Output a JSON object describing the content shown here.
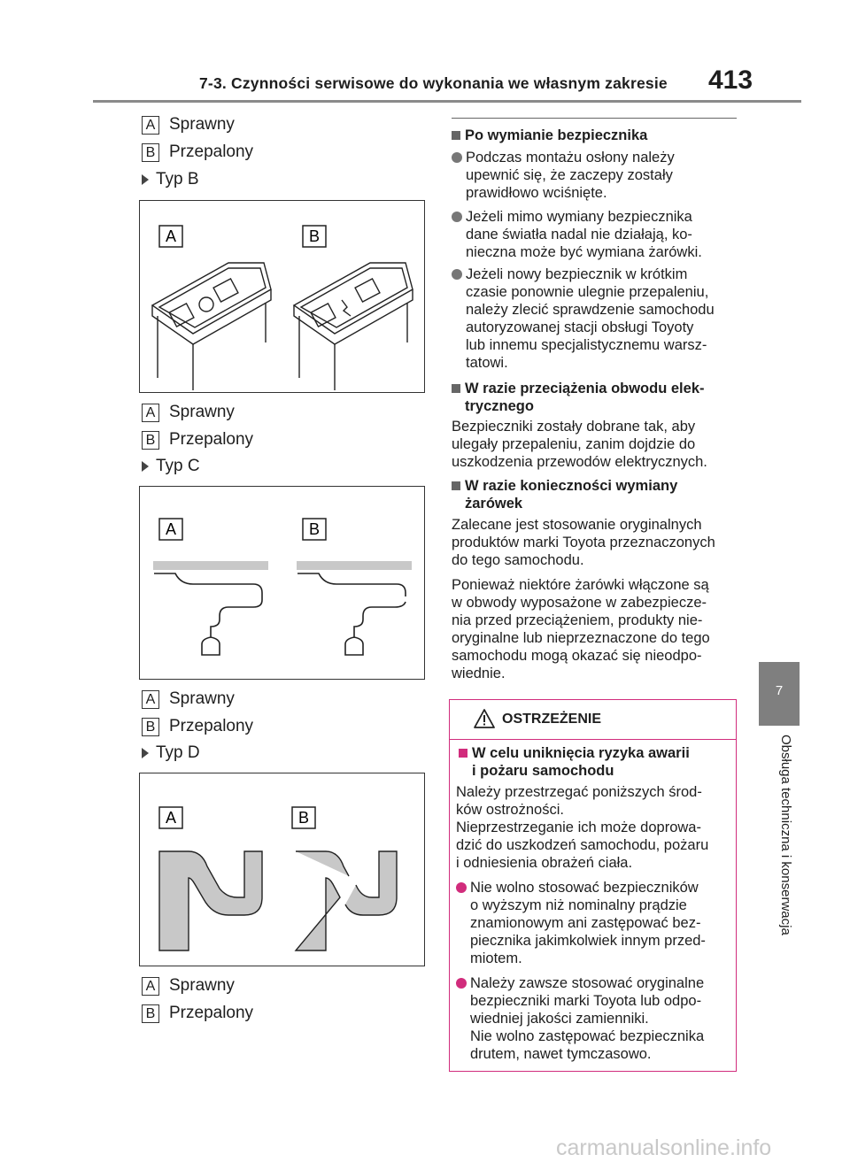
{
  "header": {
    "title": "7-3. Czynności serwisowe do wykonania we własnym zakresie",
    "page_number": "413"
  },
  "side": {
    "tab_number": "7",
    "label": "Obsługa techniczna i konserwacja"
  },
  "markers": {
    "a": "A",
    "b": "B"
  },
  "status": {
    "good": "Sprawny",
    "blown": "Przepalony"
  },
  "types": {
    "b": "Typ B",
    "c": "Typ C",
    "d": "Typ D"
  },
  "right": {
    "h1": "Po wymianie bezpiecznika",
    "b1": [
      "Podczas montażu osłony należy",
      "upewnić się, że zaczepy zostały",
      "prawidłowo wciśnięte."
    ],
    "b2": [
      "Jeżeli mimo wymiany bezpiecznika",
      "dane światła nadal nie działają, ko-",
      "nieczna może być wymiana żarówki."
    ],
    "b3": [
      "Jeżeli nowy bezpiecznik w krótkim",
      "czasie ponownie ulegnie przepaleniu,",
      "należy zlecić sprawdzenie samochodu",
      "autoryzowanej stacji obsługi Toyoty",
      "lub innemu specjalistycznemu warsz-",
      "tatowi."
    ],
    "h2": [
      "W razie przeciążenia obwodu elek-",
      "trycznego"
    ],
    "p2": [
      "Bezpieczniki zostały dobrane tak, aby",
      "ulegały przepaleniu, zanim dojdzie do",
      "uszkodzenia przewodów elektrycznych."
    ],
    "h3": [
      "W razie konieczności wymiany",
      "żarówek"
    ],
    "p3": [
      "Zalecane jest stosowanie oryginalnych",
      "produktów marki Toyota przeznaczonych",
      "do tego samochodu."
    ],
    "p4": [
      "Ponieważ niektóre żarówki włączone są",
      "w obwody wyposażone w zabezpiecze-",
      "nia przed przeciążeniem, produkty nie-",
      "oryginalne lub nieprzeznaczone do tego",
      "samochodu mogą okazać się nieodpo-",
      "wiednie."
    ]
  },
  "warning": {
    "title": "OSTRZEŻENIE",
    "h": [
      "W celu uniknięcia ryzyka awarii",
      "i pożaru samochodu"
    ],
    "p": [
      "Należy przestrzegać poniższych środ-",
      "ków ostrożności.",
      "Nieprzestrzeganie ich może doprowa-",
      "dzić do uszkodzeń samochodu, pożaru",
      "i odniesienia obrażeń ciała."
    ],
    "b1": [
      "Nie wolno stosować bezpieczników",
      "o wyższym niż nominalny prądzie",
      "znamionowym ani zastępować bez-",
      "piecznika jakimkolwiek innym przed-",
      "miotem."
    ],
    "b2": [
      "Należy zawsze stosować oryginalne",
      "bezpieczniki marki Toyota lub odpo-",
      "wiedniej jakości zamienniki.",
      "Nie wolno zastępować bezpiecznika",
      "drutem, nawet tymczasowo."
    ]
  },
  "watermark": "carmanualsonline.info"
}
